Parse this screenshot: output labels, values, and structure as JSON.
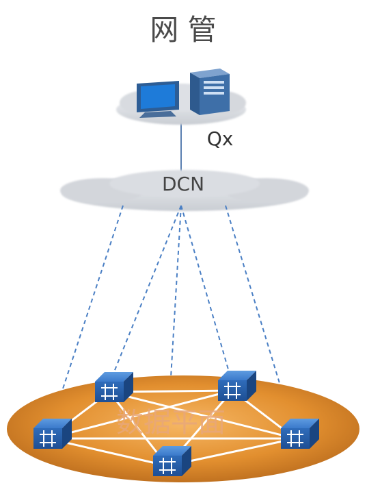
{
  "title": "网 管",
  "nms": {
    "label": "Qx"
  },
  "dcn": {
    "label": "DCN"
  },
  "data_plane": {
    "label": "数据平面",
    "ellipse_color": "#E08A2A",
    "link_color": "#FFFFFF"
  },
  "colors": {
    "dashed_link": "#4A7FC4",
    "solid_link": "#5A7FB0",
    "cloud": "#D6D9DE",
    "device": "#2E6FBF"
  },
  "icons": [
    "monitor-icon",
    "server-icon",
    "cloud-icon",
    "network-switch-icon"
  ]
}
